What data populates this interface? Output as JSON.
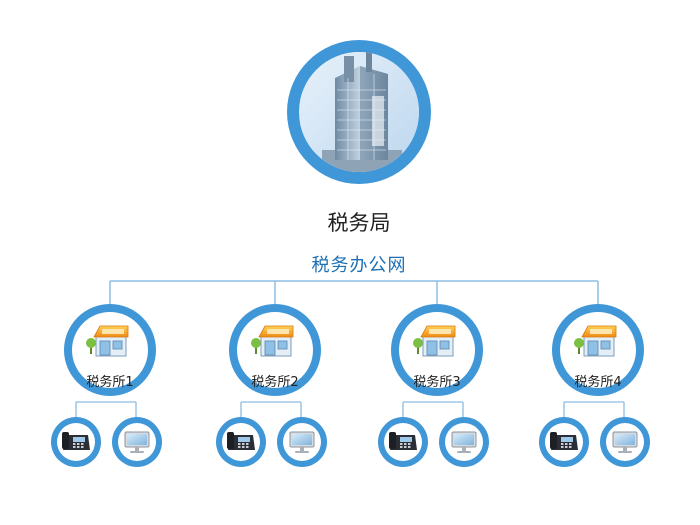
{
  "headquarters": {
    "label": "税务局"
  },
  "network": {
    "label": "税务办公网"
  },
  "offices": [
    {
      "label": "税务所1"
    },
    {
      "label": "税务所2"
    },
    {
      "label": "税务所3"
    },
    {
      "label": "税务所4"
    }
  ],
  "devices": [
    "desk-phone-icon",
    "monitor-icon"
  ],
  "colors": {
    "ring": "#3f97d8",
    "line": "#8cbde3",
    "network_text": "#1f6fb5",
    "roof": "#f4a020",
    "building_glass": "#9fb7cc"
  }
}
